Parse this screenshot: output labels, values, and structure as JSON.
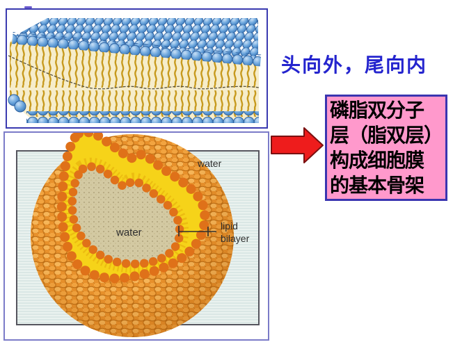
{
  "slide": {
    "background_color": "#FFFFFF"
  },
  "figures": {
    "bilayer": {
      "name": "phospholipid bilayer slab diagram",
      "border_color": "#3A3AB0",
      "head_color": "#6FA8DE",
      "tail_color": "#C79A1E",
      "interior_color": "#F6EDCB"
    },
    "liposome": {
      "name": "liposome cross-section diagram",
      "border_color": "#7B7BC8",
      "labels": {
        "water_outer": "water",
        "water_inner": "water",
        "lipid_bilayer_lines": [
          "lipid",
          "bilayer"
        ]
      },
      "colors": {
        "vesicle_orange": "#E8912C",
        "ring_yellow": "#F6D319",
        "sphere_ring_orange": "#DF7119",
        "inner_water": "#D3C9A2"
      }
    }
  },
  "annotation": {
    "text": "头向外，尾向内",
    "color": "#2424CE"
  },
  "arrow": {
    "direction": "right",
    "fill": "#EE1C1C",
    "outline": "#7A1010"
  },
  "conclusion_box": {
    "lines": [
      "磷脂双分子",
      "层（脂双层）",
      "构成细胞膜",
      "的基本骨架"
    ],
    "full_text": "磷脂双分子层（脂双层）构成细胞膜的基本骨架",
    "background": "#FF99CC",
    "border_color": "#3A35B0",
    "text_color": "#000000"
  },
  "decoration": {
    "purple_dash_color": "#6A5ACD"
  }
}
